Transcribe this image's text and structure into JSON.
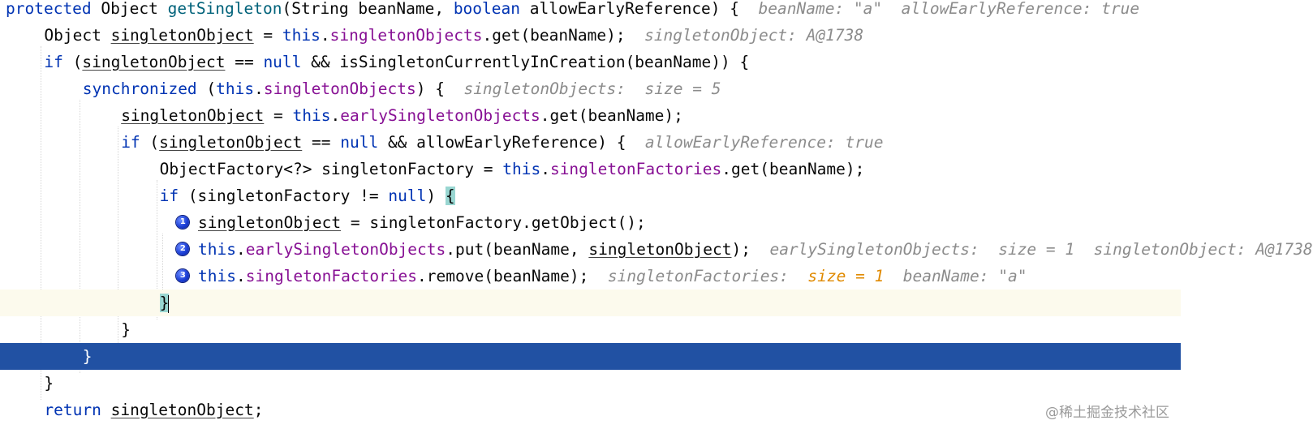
{
  "lines": [
    {
      "segments": [
        {
          "t": "protected",
          "c": "kw"
        },
        {
          "t": " Object "
        },
        {
          "t": "getSingleton",
          "c": "fn"
        },
        {
          "t": "(String beanName, "
        },
        {
          "t": "boolean",
          "c": "kw"
        },
        {
          "t": " allowEarlyReference) {"
        },
        {
          "t": "  beanName: \"a\"  allowEarlyReference: true",
          "c": "hint"
        }
      ]
    },
    {
      "segments": [
        {
          "t": "Object "
        },
        {
          "t": "singletonObject",
          "c": "ul"
        },
        {
          "t": " = "
        },
        {
          "t": "this",
          "c": "kw"
        },
        {
          "t": "."
        },
        {
          "t": "singletonObjects",
          "c": "fld"
        },
        {
          "t": ".get(beanName);"
        },
        {
          "t": "  singletonObject: A@1738",
          "c": "hint"
        }
      ]
    },
    {
      "segments": [
        {
          "t": "if",
          "c": "kw"
        },
        {
          "t": " ("
        },
        {
          "t": "singletonObject",
          "c": "ul"
        },
        {
          "t": " == "
        },
        {
          "t": "null",
          "c": "kw"
        },
        {
          "t": " && isSingletonCurrentlyInCreation(beanName)) {"
        }
      ]
    },
    {
      "segments": [
        {
          "t": "synchronized",
          "c": "kw"
        },
        {
          "t": " ("
        },
        {
          "t": "this",
          "c": "kw"
        },
        {
          "t": "."
        },
        {
          "t": "singletonObjects",
          "c": "fld"
        },
        {
          "t": ") {"
        },
        {
          "t": "  singletonObjects:  size = 5",
          "c": "hint"
        }
      ]
    },
    {
      "segments": [
        {
          "t": "singletonObject",
          "c": "ul"
        },
        {
          "t": " = "
        },
        {
          "t": "this",
          "c": "kw"
        },
        {
          "t": "."
        },
        {
          "t": "earlySingletonObjects",
          "c": "fld"
        },
        {
          "t": ".get(beanName);"
        }
      ]
    },
    {
      "segments": [
        {
          "t": "if",
          "c": "kw"
        },
        {
          "t": " ("
        },
        {
          "t": "singletonObject",
          "c": "ul"
        },
        {
          "t": " == "
        },
        {
          "t": "null",
          "c": "kw"
        },
        {
          "t": " && allowEarlyReference) {"
        },
        {
          "t": "  allowEarlyReference: true",
          "c": "hint"
        }
      ]
    },
    {
      "segments": [
        {
          "t": "ObjectFactory<?> singletonFactory = "
        },
        {
          "t": "this",
          "c": "kw"
        },
        {
          "t": "."
        },
        {
          "t": "singletonFactories",
          "c": "fld"
        },
        {
          "t": ".get(beanName);"
        }
      ]
    },
    {
      "segments": [
        {
          "t": "if",
          "c": "kw"
        },
        {
          "t": " (singletonFactory != "
        },
        {
          "t": "null",
          "c": "kw"
        },
        {
          "t": ") "
        },
        {
          "t": "{",
          "c": "brace-hl"
        }
      ]
    },
    {
      "segments": [
        {
          "t": "singletonObject",
          "c": "ul"
        },
        {
          "t": " = singletonFactory.getObject();"
        }
      ]
    },
    {
      "segments": [
        {
          "t": "this",
          "c": "kw"
        },
        {
          "t": "."
        },
        {
          "t": "earlySingletonObjects",
          "c": "fld"
        },
        {
          "t": ".put(beanName, "
        },
        {
          "t": "singletonObject",
          "c": "ul"
        },
        {
          "t": ");"
        },
        {
          "t": "  earlySingletonObjects:  size = 1  singletonObject: A@1738",
          "c": "hint"
        }
      ]
    },
    {
      "segments": [
        {
          "t": "this",
          "c": "kw"
        },
        {
          "t": "."
        },
        {
          "t": "singletonFactories",
          "c": "fld"
        },
        {
          "t": ".remove(beanName);"
        },
        {
          "t": "  singletonFactories:  ",
          "c": "hint"
        },
        {
          "t": "size = 1",
          "c": "changed"
        },
        {
          "t": "  beanName: \"a\"",
          "c": "hint"
        }
      ]
    },
    {
      "segments": [
        {
          "t": "}",
          "c": "brace-hl"
        }
      ]
    },
    {
      "segments": [
        {
          "t": "}"
        }
      ]
    },
    {
      "segments": [
        {
          "t": "}"
        }
      ]
    },
    {
      "segments": [
        {
          "t": "}"
        }
      ]
    },
    {
      "segments": [
        {
          "t": "return",
          "c": "kw"
        },
        {
          "t": " "
        },
        {
          "t": "singletonObject",
          "c": "ul"
        },
        {
          "t": ";"
        }
      ]
    }
  ],
  "breakpoints": [
    {
      "line": 8,
      "label": "1"
    },
    {
      "line": 9,
      "label": "2"
    },
    {
      "line": 10,
      "label": "3"
    }
  ],
  "watermark": "@稀土掘金技术社区",
  "colors": {
    "keyword": "#0033b3",
    "field": "#871094",
    "method": "#00627a",
    "hint": "#8c8c8c",
    "changed": "#e08a00",
    "execution_line": "#2151a3",
    "caret_line": "#fcfaed",
    "brace_match": "#99d6d1"
  }
}
